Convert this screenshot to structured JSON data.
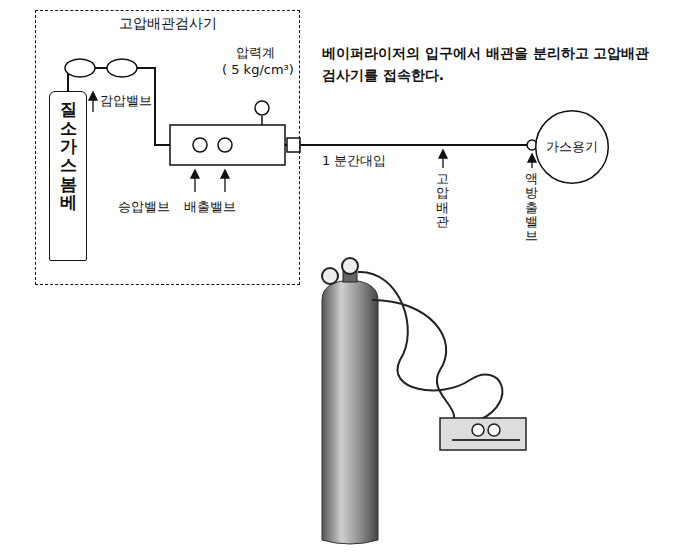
{
  "diagram": {
    "nodes": [
      {
        "text": [
          "고압배관검사기"
        ]
      },
      {
        "text": [
          "질소가스봄베"
        ],
        "in": 0
      },
      {
        "text": [
          "가스용기"
        ]
      }
    ],
    "edges": [
      {
        "from": 1,
        "to": 2,
        "arrow": "none"
      }
    ],
    "labels": [
      "감압밸브",
      "압력계",
      "( 5 kg/cm³)",
      "승압밸브",
      "배출밸브",
      "베이퍼라이저의 입구에서 배관을 분리하고 고압배관검사기를 접속한다.",
      "1 분간대입",
      "고압배관",
      "액방출밸브"
    ]
  }
}
